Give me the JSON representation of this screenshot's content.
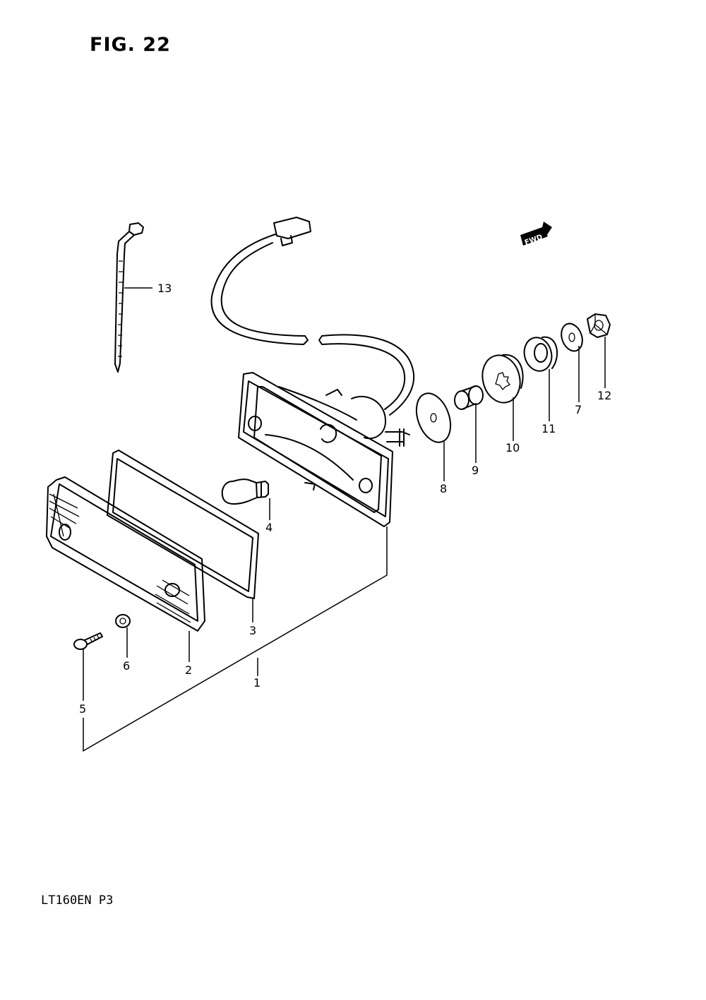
{
  "figure": {
    "title": "FIG. 22",
    "model_code": "LT160EN  P3",
    "direction_badge": "FWD"
  },
  "callouts": [
    {
      "id": "c1",
      "label": "1"
    },
    {
      "id": "c2",
      "label": "2"
    },
    {
      "id": "c3",
      "label": "3"
    },
    {
      "id": "c4",
      "label": "4"
    },
    {
      "id": "c5",
      "label": "5"
    },
    {
      "id": "c6",
      "label": "6"
    },
    {
      "id": "c7",
      "label": "7"
    },
    {
      "id": "c8",
      "label": "8"
    },
    {
      "id": "c9",
      "label": "9"
    },
    {
      "id": "c10",
      "label": "10"
    },
    {
      "id": "c11",
      "label": "11"
    },
    {
      "id": "c12",
      "label": "12"
    },
    {
      "id": "c13",
      "label": "13"
    }
  ]
}
